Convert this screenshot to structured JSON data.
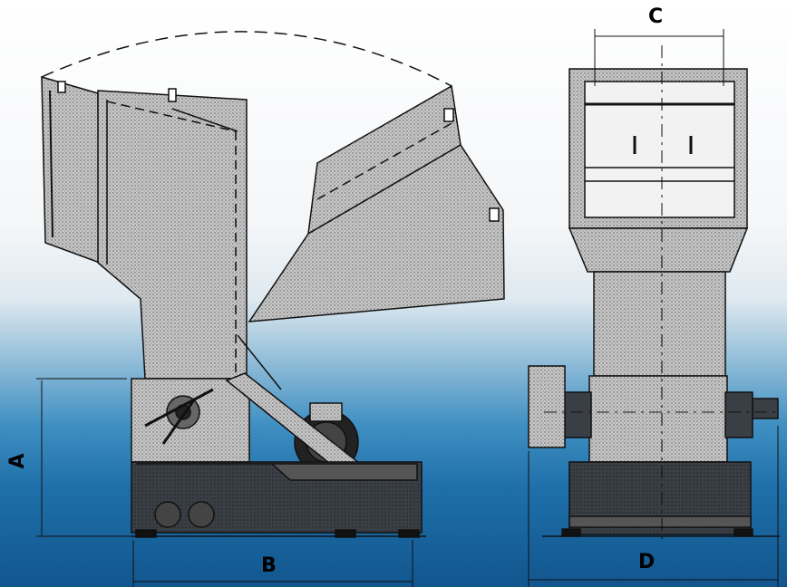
{
  "dimensions": {
    "a": "A",
    "b": "B",
    "c": "C",
    "d": "D"
  },
  "colors": {
    "line": "#111111",
    "fill_light": "#b9b9b9",
    "fill_dark": "#2a2f36",
    "bg_top": "#ffffff",
    "bg_bottom": "#12568e"
  }
}
